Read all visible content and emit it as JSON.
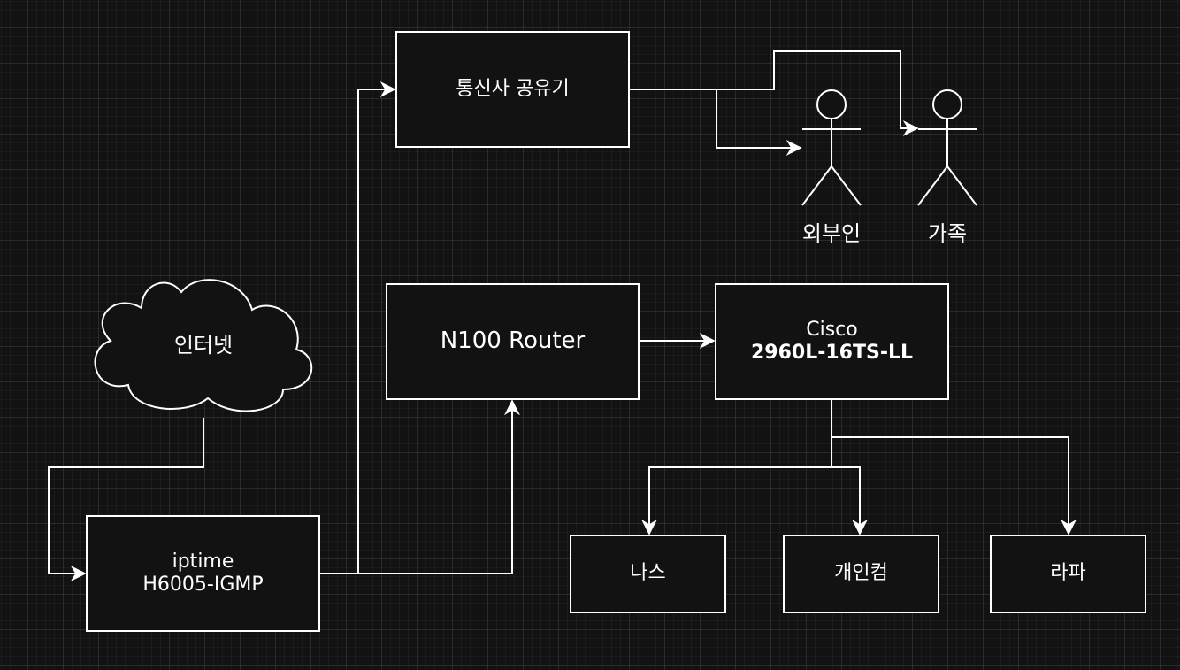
{
  "colors": {
    "background": "#121212",
    "stroke": "#ffffff",
    "text": "#ffffff"
  },
  "nodes": {
    "internet": {
      "label": "인터넷",
      "shape": "cloud"
    },
    "iptime": {
      "line1": "iptime",
      "line2": "H6005-IGMP"
    },
    "telecom_router": {
      "label": "통신사 공유기"
    },
    "n100_router": {
      "label": "N100 Router"
    },
    "cisco_switch": {
      "line1": "Cisco",
      "line2": "2960L-16TS-LL"
    },
    "nas": {
      "label": "나스"
    },
    "pc": {
      "label": "개인컴"
    },
    "raspberry_pi": {
      "label": "라파"
    },
    "outsider": {
      "label": "외부인",
      "icon": "person-icon"
    },
    "family": {
      "label": "가족",
      "icon": "person-icon"
    }
  },
  "edges": [
    {
      "from": "internet",
      "to": "iptime"
    },
    {
      "from": "iptime",
      "to": "telecom_router"
    },
    {
      "from": "iptime",
      "to": "n100_router"
    },
    {
      "from": "telecom_router",
      "to": "outsider"
    },
    {
      "from": "telecom_router",
      "to": "family"
    },
    {
      "from": "n100_router",
      "to": "cisco_switch"
    },
    {
      "from": "cisco_switch",
      "to": "nas"
    },
    {
      "from": "cisco_switch",
      "to": "pc"
    },
    {
      "from": "cisco_switch",
      "to": "raspberry_pi"
    }
  ]
}
